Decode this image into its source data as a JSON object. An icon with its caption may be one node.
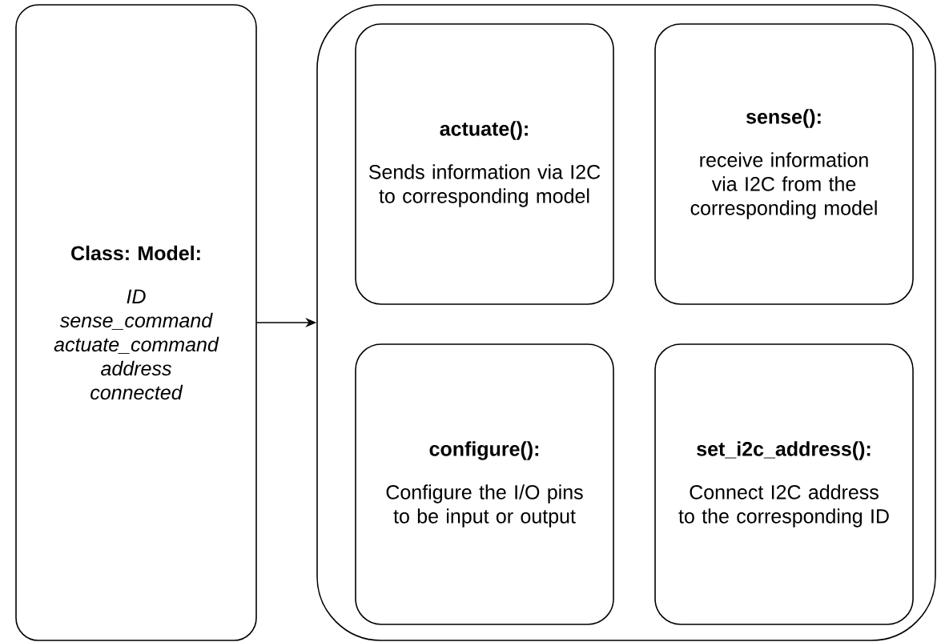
{
  "diagram": {
    "nodes": [
      {
        "text": [
          "Class: Model:",
          "ID sense_command actuate_command address connected"
        ]
      },
      {
        "text": [],
        "shape": "box"
      },
      {
        "text": [
          "actuate():",
          "Sends information via I2C to corresponding model"
        ],
        "in": 1
      },
      {
        "text": [
          "sense():",
          "receive information via I2C from the corresponding model"
        ],
        "in": 1
      },
      {
        "text": [
          "configure():",
          "Configure the I/O pins to be input or output"
        ],
        "in": 1
      },
      {
        "text": [
          "set_i2c_address():",
          "Connect I2C address to the corresponding ID"
        ],
        "in": 1
      }
    ],
    "edges": [
      {
        "from": 0,
        "to": 1,
        "arrow": "to"
      }
    ]
  }
}
